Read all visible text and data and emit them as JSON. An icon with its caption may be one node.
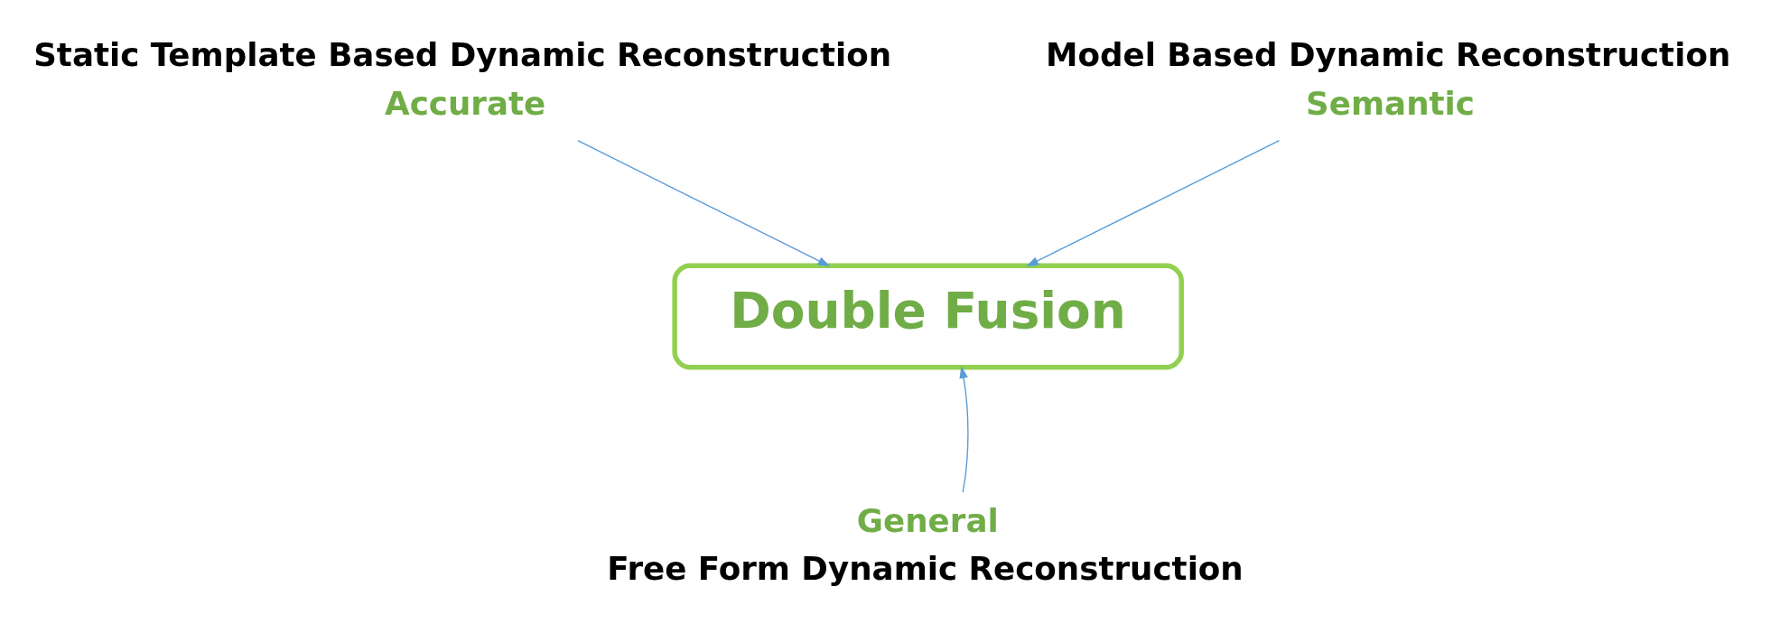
{
  "diagram": {
    "nodes": [
      {
        "text": [
          "Accurate"
        ],
        "beside": [
          "Static Template Based Dynamic Reconstruction"
        ]
      },
      {
        "text": [
          "Semantic"
        ],
        "beside": [
          "Model Based Dynamic Reconstruction"
        ]
      },
      {
        "text": [
          "Double Fusion"
        ]
      },
      {
        "text": [
          "General"
        ],
        "beside": [
          "Free Form Dynamic Reconstruction"
        ]
      }
    ],
    "edges": [
      {
        "from": 0,
        "to": 2,
        "arrow": "to"
      },
      {
        "from": 1,
        "to": 2,
        "arrow": "to"
      },
      {
        "from": 3,
        "to": 2,
        "arrow": "to"
      }
    ]
  }
}
